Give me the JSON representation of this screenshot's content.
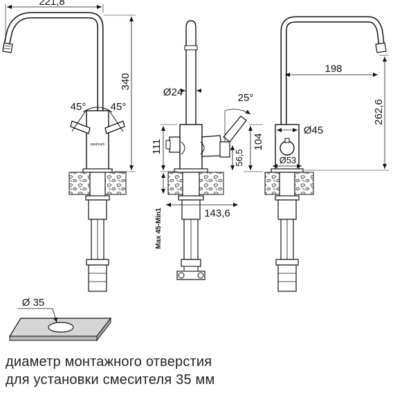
{
  "dimensions": {
    "spout_reach_front": "221,8",
    "height_total": "340",
    "handle_angle_left": "45°",
    "handle_angle_right": "45°",
    "spout_diameter": "Ø24",
    "lever_angle": "25°",
    "body_height": "111",
    "body_height_side": "104",
    "lever_offset": "56,5",
    "depth": "143,6",
    "thickness_range": "Max 45-Min1",
    "spout_reach_side": "198",
    "spout_height_side": "262,6",
    "body_diameter": "Ø45",
    "base_diameter": "Ø53",
    "hole_diameter": "Ø 35"
  },
  "brand_mark": "paulmark",
  "caption": {
    "line1": "диаметр монтажного отверстия",
    "line2": "для установки смесителя 35 мм"
  }
}
